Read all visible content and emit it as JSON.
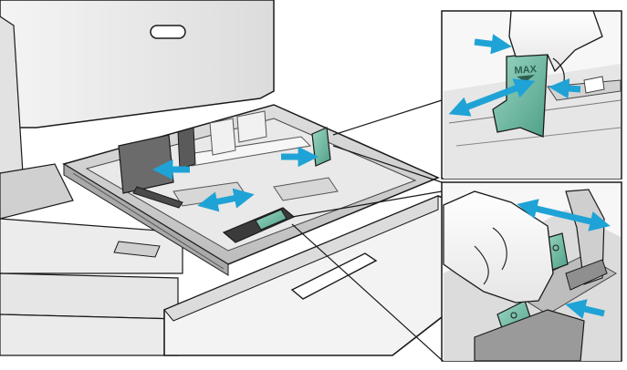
{
  "diagram": {
    "label_max": "MAX",
    "colors": {
      "accent": "#1fa3d6",
      "guide_green": "#7cc4ad",
      "guide_green_dark": "#3f8f78",
      "line": "#1a1a1a",
      "body_light": "#efefef",
      "body_mid": "#d9d9d9",
      "body_dark": "#9a9a9a"
    },
    "callouts": [
      {
        "name": "callout-top-length-guide"
      },
      {
        "name": "callout-bottom-width-guide"
      }
    ]
  }
}
